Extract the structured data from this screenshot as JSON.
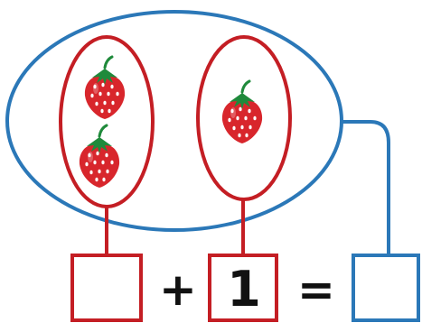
{
  "colors": {
    "part_red": "#c41e24",
    "whole_blue": "#2b78b8",
    "strawberry_red": "#d8262c",
    "leaf_green": "#1f8a3b",
    "text": "#111111"
  },
  "diagram": {
    "left_group": {
      "strawberry_count": 2,
      "box_value": ""
    },
    "right_group": {
      "strawberry_count": 1,
      "box_value": "1"
    },
    "plus_sign": "+",
    "equals_sign": "=",
    "total_box_value": ""
  }
}
